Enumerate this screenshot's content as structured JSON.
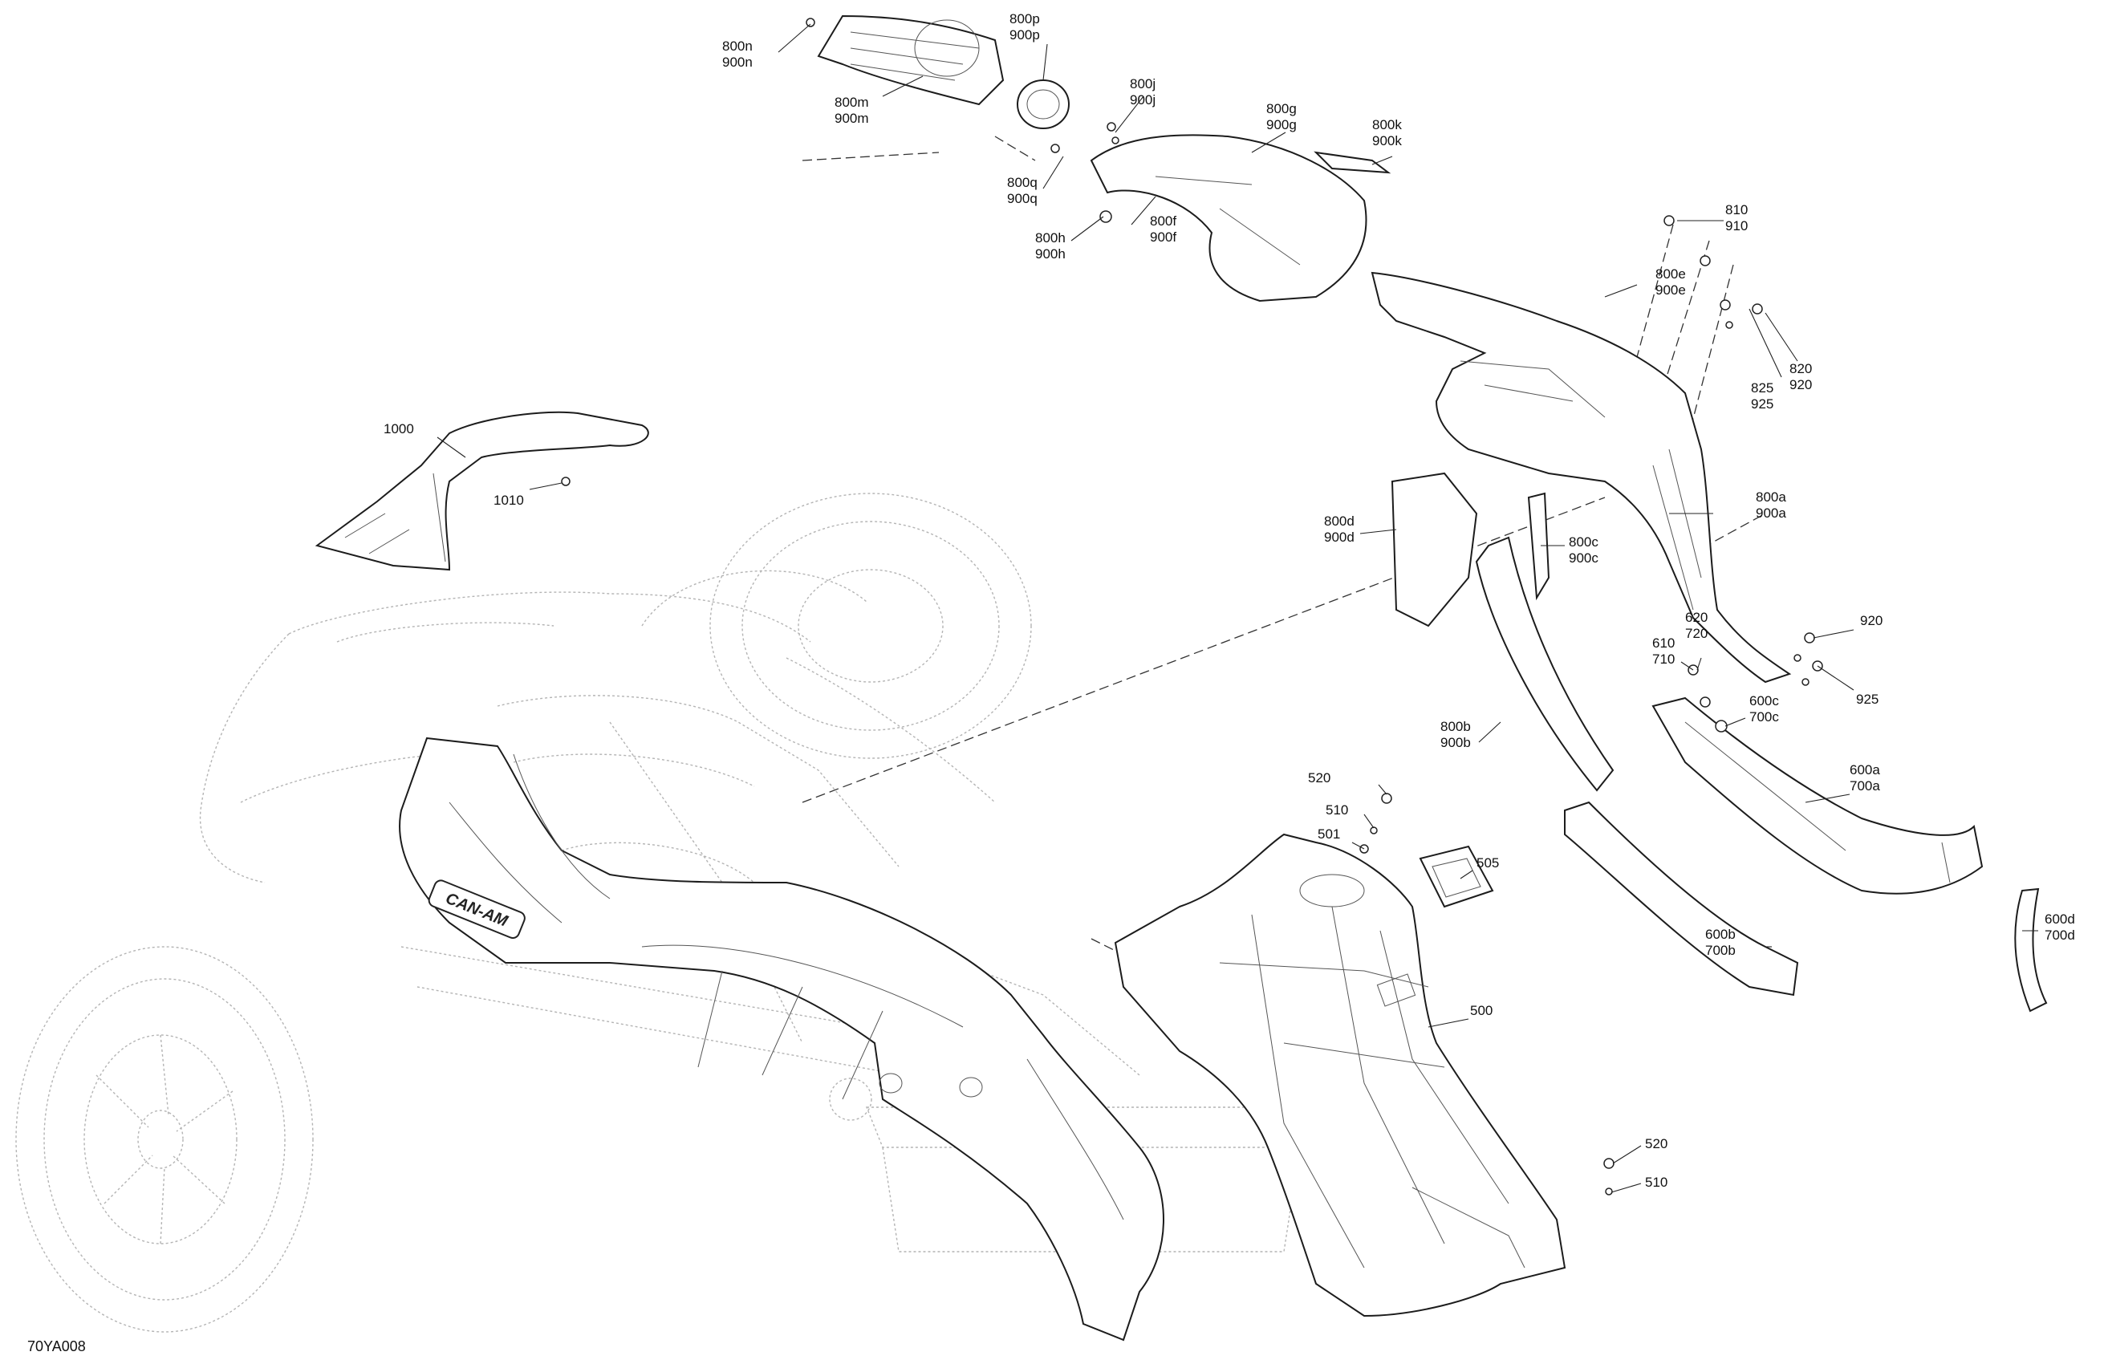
{
  "figure_code": "70YA008",
  "callouts": [
    {
      "id": "c-800n",
      "lines": [
        "800n",
        "900n"
      ]
    },
    {
      "id": "c-800p",
      "lines": [
        "800p",
        "900p"
      ]
    },
    {
      "id": "c-800m",
      "lines": [
        "800m",
        "900m"
      ]
    },
    {
      "id": "c-800j",
      "lines": [
        "800j",
        "900j"
      ]
    },
    {
      "id": "c-800g",
      "lines": [
        "800g",
        "900g"
      ]
    },
    {
      "id": "c-800k",
      "lines": [
        "800k",
        "900k"
      ]
    },
    {
      "id": "c-800q",
      "lines": [
        "800q",
        "900q"
      ]
    },
    {
      "id": "c-800h",
      "lines": [
        "800h",
        "900h"
      ]
    },
    {
      "id": "c-800f",
      "lines": [
        "800f",
        "900f"
      ]
    },
    {
      "id": "c-810",
      "lines": [
        "810",
        "910"
      ]
    },
    {
      "id": "c-800e",
      "lines": [
        "800e",
        "900e"
      ]
    },
    {
      "id": "c-820",
      "lines": [
        "820",
        "920"
      ]
    },
    {
      "id": "c-825",
      "lines": [
        "825",
        "925"
      ]
    },
    {
      "id": "c-1000",
      "lines": [
        "1000"
      ]
    },
    {
      "id": "c-1010",
      "lines": [
        "1010"
      ]
    },
    {
      "id": "c-800a",
      "lines": [
        "800a",
        "900a"
      ]
    },
    {
      "id": "c-800d",
      "lines": [
        "800d",
        "900d"
      ]
    },
    {
      "id": "c-800c",
      "lines": [
        "800c",
        "900c"
      ]
    },
    {
      "id": "c-920b",
      "lines": [
        "920"
      ]
    },
    {
      "id": "c-620",
      "lines": [
        "620",
        "720"
      ]
    },
    {
      "id": "c-610",
      "lines": [
        "610",
        "710"
      ]
    },
    {
      "id": "c-925b",
      "lines": [
        "925"
      ]
    },
    {
      "id": "c-600c",
      "lines": [
        "600c",
        "700c"
      ]
    },
    {
      "id": "c-800b",
      "lines": [
        "800b",
        "900b"
      ]
    },
    {
      "id": "c-600a",
      "lines": [
        "600a",
        "700a"
      ]
    },
    {
      "id": "c-520a",
      "lines": [
        "520"
      ]
    },
    {
      "id": "c-510a",
      "lines": [
        "510"
      ]
    },
    {
      "id": "c-501",
      "lines": [
        "501"
      ]
    },
    {
      "id": "c-505",
      "lines": [
        "505"
      ]
    },
    {
      "id": "c-600b",
      "lines": [
        "600b",
        "700b"
      ]
    },
    {
      "id": "c-600d",
      "lines": [
        "600d",
        "700d"
      ]
    },
    {
      "id": "c-500",
      "lines": [
        "500"
      ]
    },
    {
      "id": "c-520b",
      "lines": [
        "520"
      ]
    },
    {
      "id": "c-510b",
      "lines": [
        "510"
      ]
    }
  ],
  "logo_text": "CAN-AM"
}
